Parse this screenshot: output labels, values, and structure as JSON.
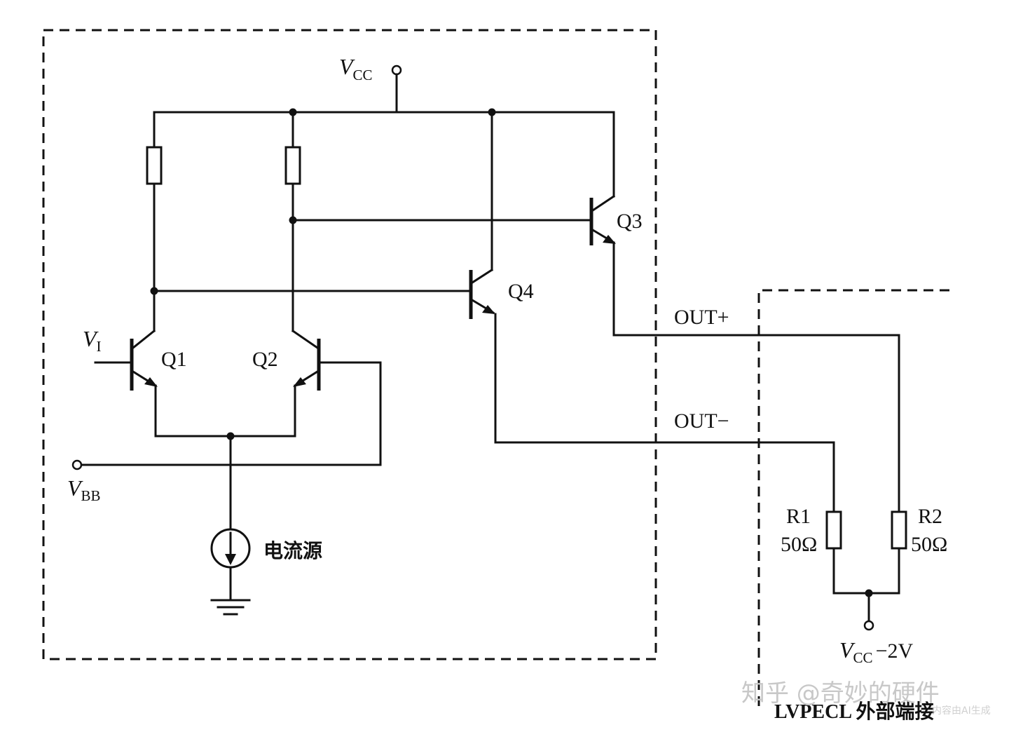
{
  "labels": {
    "vcc": "V",
    "vcc_sub": "CC",
    "vi": "V",
    "vi_sub": "I",
    "vbb": "V",
    "vbb_sub": "BB",
    "q1": "Q1",
    "q2": "Q2",
    "q3": "Q3",
    "q4": "Q4",
    "out_plus": "OUT+",
    "out_minus": "OUT−",
    "r1": "R1",
    "r1_value": "50Ω",
    "r2": "R2",
    "r2_value": "50Ω",
    "current_source": "电流源",
    "vcc2_v": "V",
    "vcc2_sub": "CC",
    "vcc2_rest": "−2V",
    "termination": "LVPECL 外部端接"
  },
  "watermark": {
    "text": "知乎 @奇妙的硬件",
    "tag": "内容由AI生成"
  }
}
